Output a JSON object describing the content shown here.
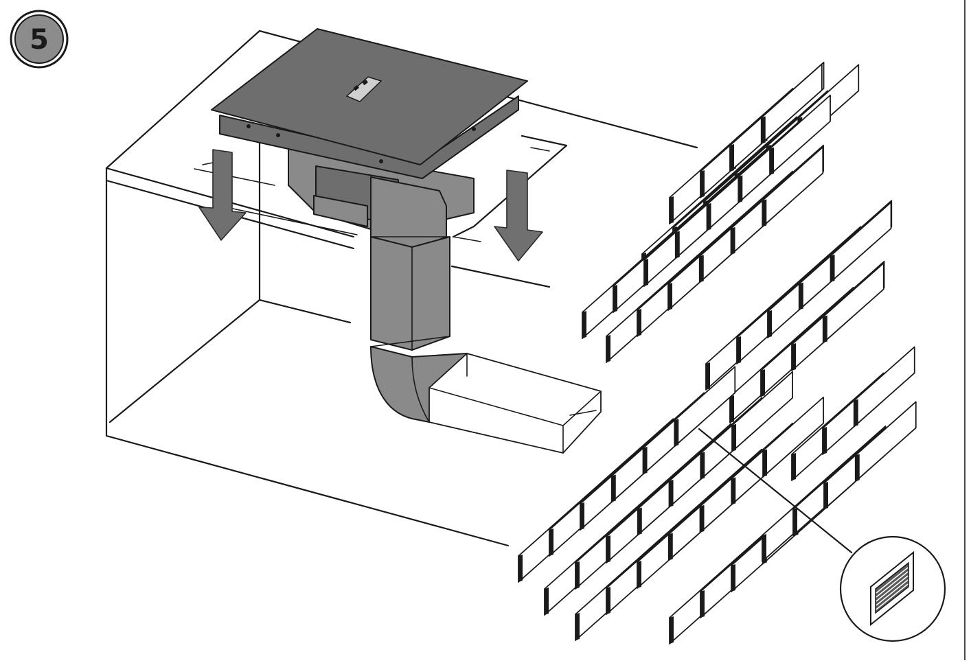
{
  "step": {
    "number": "5"
  },
  "figure": {
    "cabinet": "box-outline",
    "hob_with_extractor": "dark-gray",
    "duct": "flat-rectangular",
    "elbow": "90-degree-bend",
    "arrows": 2,
    "wall": "brick",
    "detail_callout": "wall-grille"
  },
  "colors": {
    "line": "#1a1a1a",
    "hob": "#6e6e6e",
    "arrow": "#707070",
    "background": "#ffffff"
  }
}
